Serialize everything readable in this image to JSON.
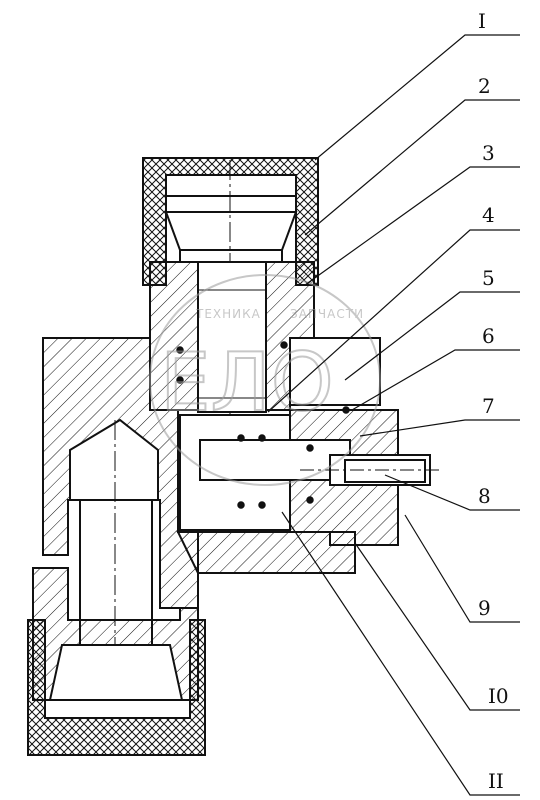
{
  "drawing": {
    "callouts": [
      {
        "id": "c1",
        "text": "I"
      },
      {
        "id": "c2",
        "text": "2"
      },
      {
        "id": "c3",
        "text": "3"
      },
      {
        "id": "c4",
        "text": "4"
      },
      {
        "id": "c5",
        "text": "5"
      },
      {
        "id": "c6",
        "text": "6"
      },
      {
        "id": "c7",
        "text": "7"
      },
      {
        "id": "c8",
        "text": "8"
      },
      {
        "id": "c9",
        "text": "9"
      },
      {
        "id": "c10",
        "text": "I0"
      },
      {
        "id": "c11",
        "text": "II"
      }
    ],
    "watermark": {
      "top_text": "ТЕХНИКА",
      "top_text_right": "ЗАПЧАСТИ",
      "logo": "ЕЛО"
    },
    "colors": {
      "ink": "#111111",
      "paper": "#ffffff",
      "watermark": "#9a9a9a"
    }
  }
}
